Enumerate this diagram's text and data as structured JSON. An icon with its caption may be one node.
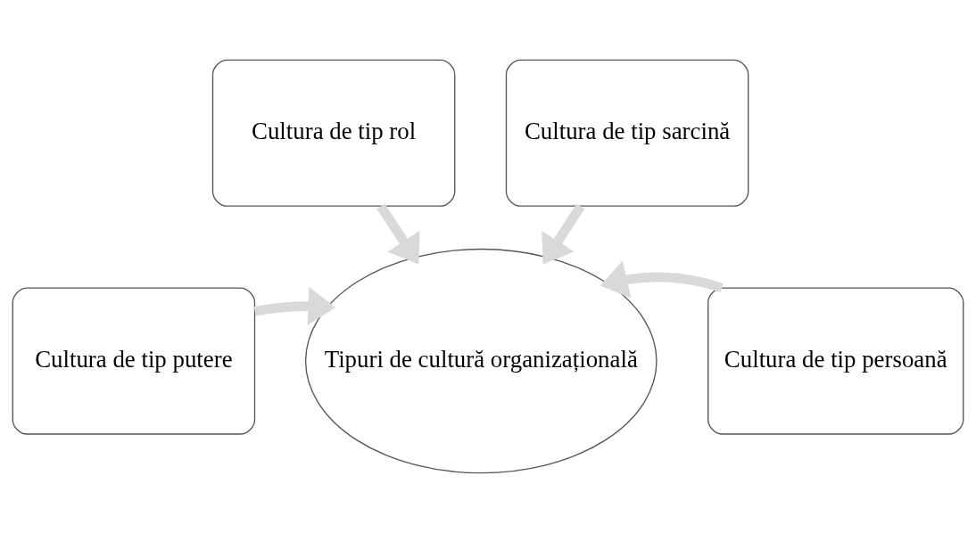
{
  "diagram": {
    "nodes": [
      {
        "text": [
          "Cultura de tip rol"
        ]
      },
      {
        "text": [
          "Cultura de tip sarcină"
        ]
      },
      {
        "text": [
          "Cultura de tip putere"
        ]
      },
      {
        "text": [
          "Tipuri de cultură organizațională"
        ]
      },
      {
        "text": [
          "Cultura de tip persoană"
        ]
      }
    ],
    "edges": [
      {
        "from": 0,
        "to": 3,
        "arrow": "to"
      },
      {
        "from": 1,
        "to": 3,
        "arrow": "to"
      },
      {
        "from": 2,
        "to": 3,
        "arrow": "to"
      },
      {
        "from": 4,
        "to": 3,
        "arrow": "to"
      }
    ]
  }
}
